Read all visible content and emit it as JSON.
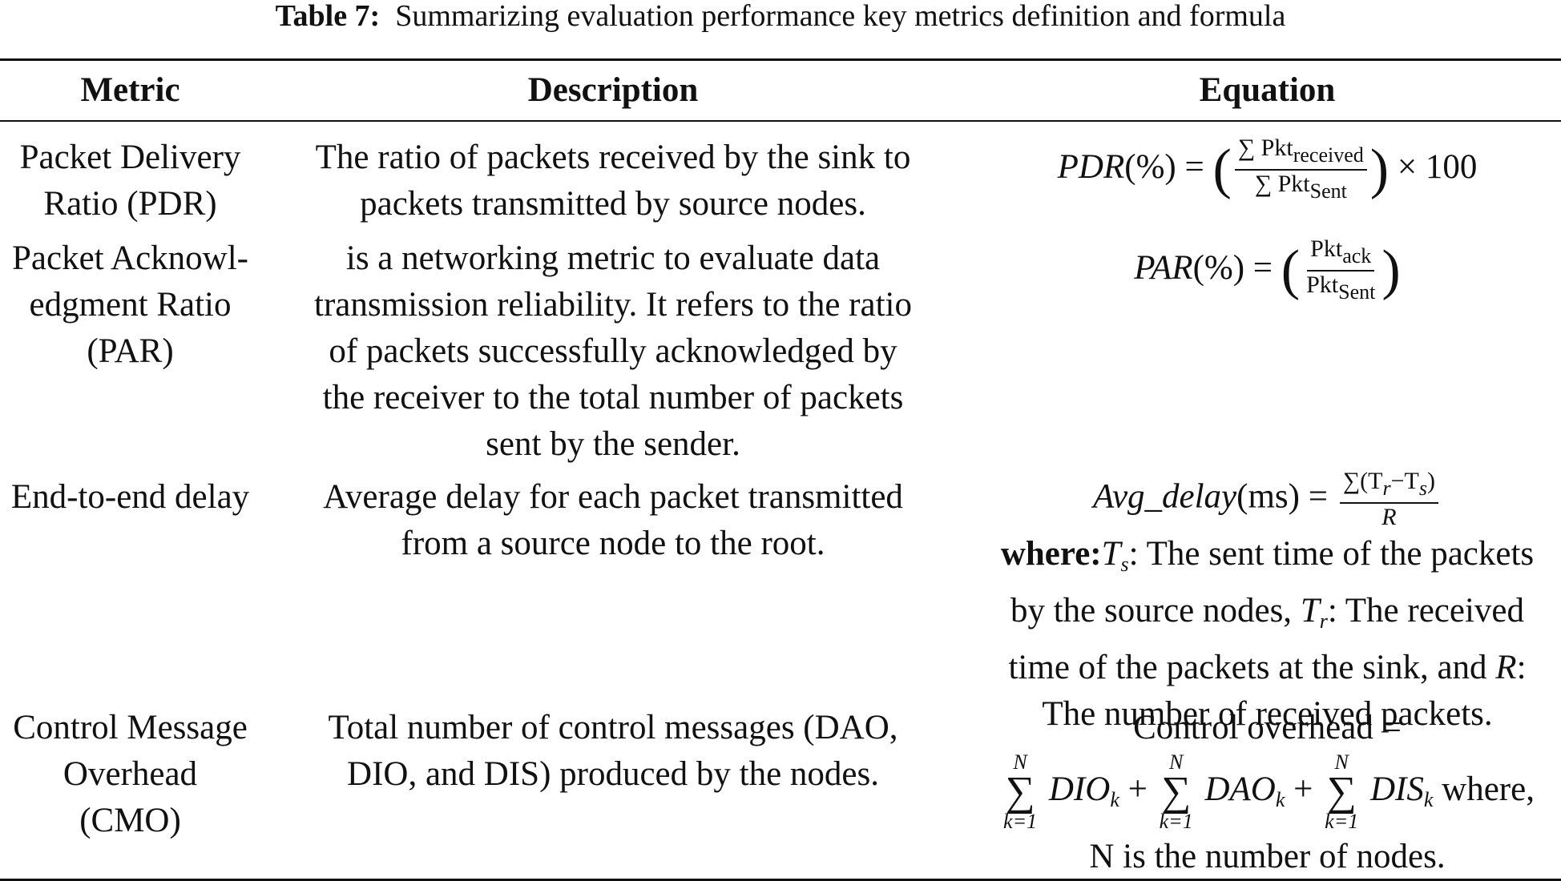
{
  "caption": {
    "label": "Table 7:",
    "text": "Summarizing evaluation performance key metrics definition and formula"
  },
  "headers": [
    "Metric",
    "Description",
    "Equation"
  ],
  "rows": [
    {
      "metric_lines": [
        "Packet Delivery",
        "Ratio (PDR)"
      ],
      "description_lines": [
        "The ratio of packets received by the sink to",
        "packets transmitted by source nodes."
      ],
      "equation": {
        "lhs": "PDR",
        "unit": "(%)",
        "num_sym": "∑ Pkt",
        "num_sub": "received",
        "den_sym": "∑ Pkt",
        "den_sub": "Sent",
        "tail": "× 100"
      }
    },
    {
      "metric_lines": [
        "Packet Acknowl-",
        "edgment Ratio",
        "(PAR)"
      ],
      "description_lines": [
        "is a networking metric to evaluate data",
        "transmission reliability. It refers to the ratio",
        "of packets successfully acknowledged by",
        "the receiver to the total number of packets",
        "sent by the sender."
      ],
      "equation": {
        "lhs": "PAR",
        "unit": "(%)",
        "num_sym": "Pkt",
        "num_sub": "ack",
        "den_sym": "Pkt",
        "den_sub": "Sent"
      }
    },
    {
      "metric_lines": [
        "End-to-end delay"
      ],
      "description_lines": [
        "Average delay for each packet transmitted",
        "from a source node to the root."
      ],
      "equation": {
        "lhs": "Avg_delay",
        "unit": "(ms)",
        "num": "∑(T",
        "num_sub1": "r",
        "num_mid": "−T",
        "num_sub2": "s",
        "num_end": ")",
        "den": "R",
        "where_label": "where:",
        "line1_pre": "T",
        "line1_sub": "s",
        "line1_text": ": The sent time of the packets",
        "line2_pre": "by the source nodes, ",
        "line2_var": "T",
        "line2_sub": "r",
        "line2_text": ": The received",
        "line3_pre": "time of the packets at the sink, and ",
        "line3_var": "R",
        "line3_text": ":",
        "line4": "The number of received packets."
      }
    },
    {
      "metric_lines": [
        "Control Message",
        "Overhead",
        "(CMO)"
      ],
      "description_lines": [
        "Total number of control messages (DAO,",
        "DIO, and DIS) produced by the nodes."
      ],
      "equation": {
        "line1": "Control overhead =",
        "sum_upper": "N",
        "sum_lower": "k=1",
        "term1": "DIO",
        "term2": "DAO",
        "term3": "DIS",
        "term_sub": "k",
        "tail": "where,",
        "line3": "N is the number of nodes."
      }
    }
  ]
}
